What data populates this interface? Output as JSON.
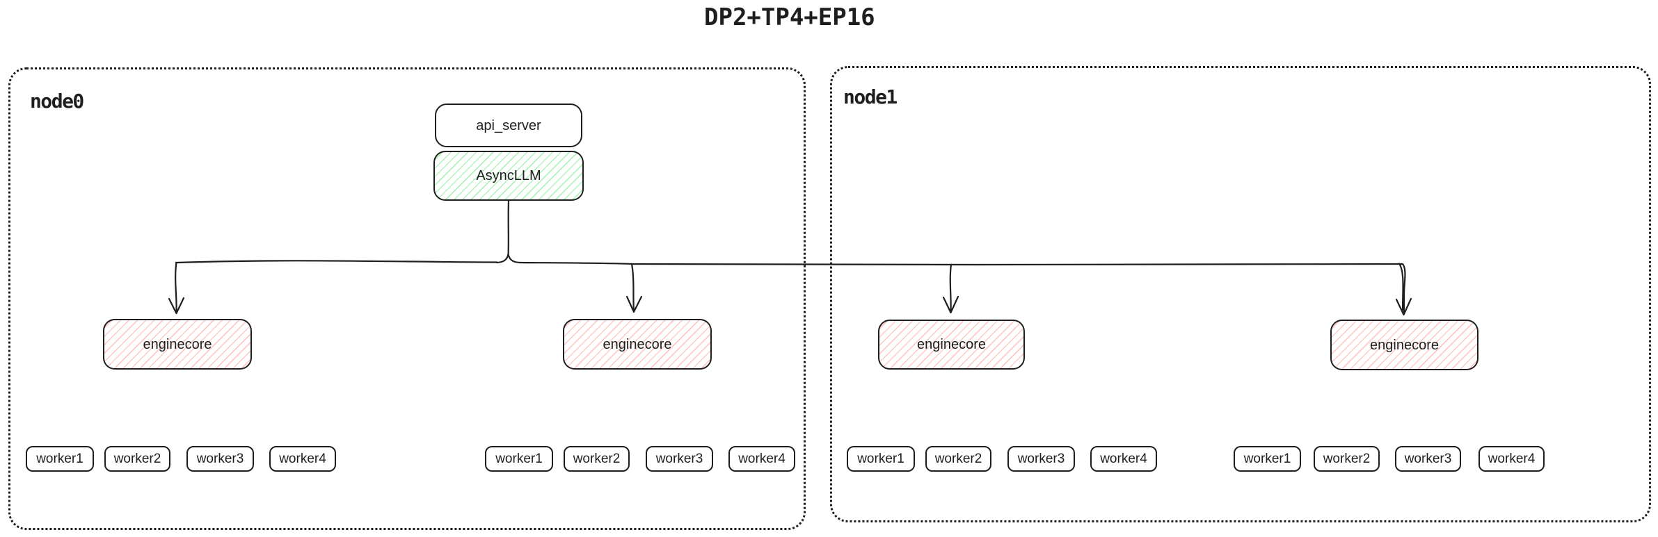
{
  "title": "DP2+TP4+EP16",
  "colors": {
    "stroke": "#1e1e1e",
    "background": "#ffffff",
    "hatch-green": "#b2f2bb",
    "hatch-red": "#ffc9c9"
  },
  "nodes": [
    {
      "label": "node0",
      "stack": {
        "api_server": "api_server",
        "async_llm": "AsyncLLM"
      },
      "engines": [
        {
          "label": "enginecore",
          "workers": [
            "worker1",
            "worker2",
            "worker3",
            "worker4"
          ]
        },
        {
          "label": "enginecore",
          "workers": [
            "worker1",
            "worker2",
            "worker3",
            "worker4"
          ]
        }
      ]
    },
    {
      "label": "node1",
      "engines": [
        {
          "label": "enginecore",
          "workers": [
            "worker1",
            "worker2",
            "worker3",
            "worker4"
          ]
        },
        {
          "label": "enginecore",
          "workers": [
            "worker1",
            "worker2",
            "worker3",
            "worker4"
          ]
        }
      ]
    }
  ]
}
